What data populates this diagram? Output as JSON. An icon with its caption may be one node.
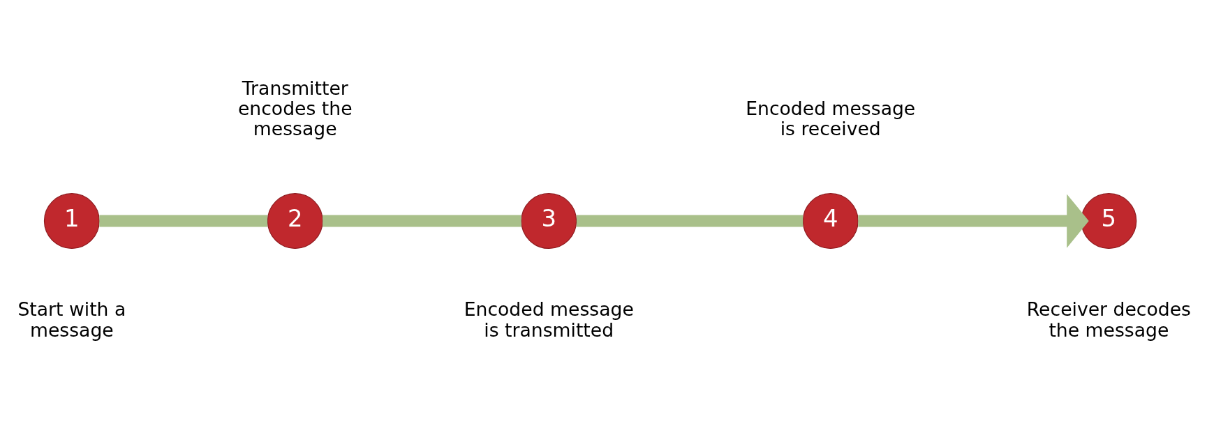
{
  "diagram": {
    "nodes": [
      {
        "text": [
          "1"
        ],
        "beside": [
          "Start with a message"
        ]
      },
      {
        "text": [
          "2"
        ],
        "beside": [
          "Transmitter encodes the message"
        ]
      },
      {
        "text": [
          "3"
        ],
        "beside": [
          "Encoded message is transmitted"
        ]
      },
      {
        "text": [
          "4"
        ],
        "beside": [
          "Encoded message is received"
        ]
      },
      {
        "text": [
          "5"
        ],
        "beside": [
          "Receiver decodes the message"
        ]
      }
    ],
    "edges": [
      {
        "from": 0,
        "to": 1,
        "arrow": "none"
      },
      {
        "from": 1,
        "to": 2,
        "arrow": "none"
      },
      {
        "from": 2,
        "to": 3,
        "arrow": "none"
      },
      {
        "from": 3,
        "to": 4,
        "arrow": "to"
      }
    ]
  }
}
